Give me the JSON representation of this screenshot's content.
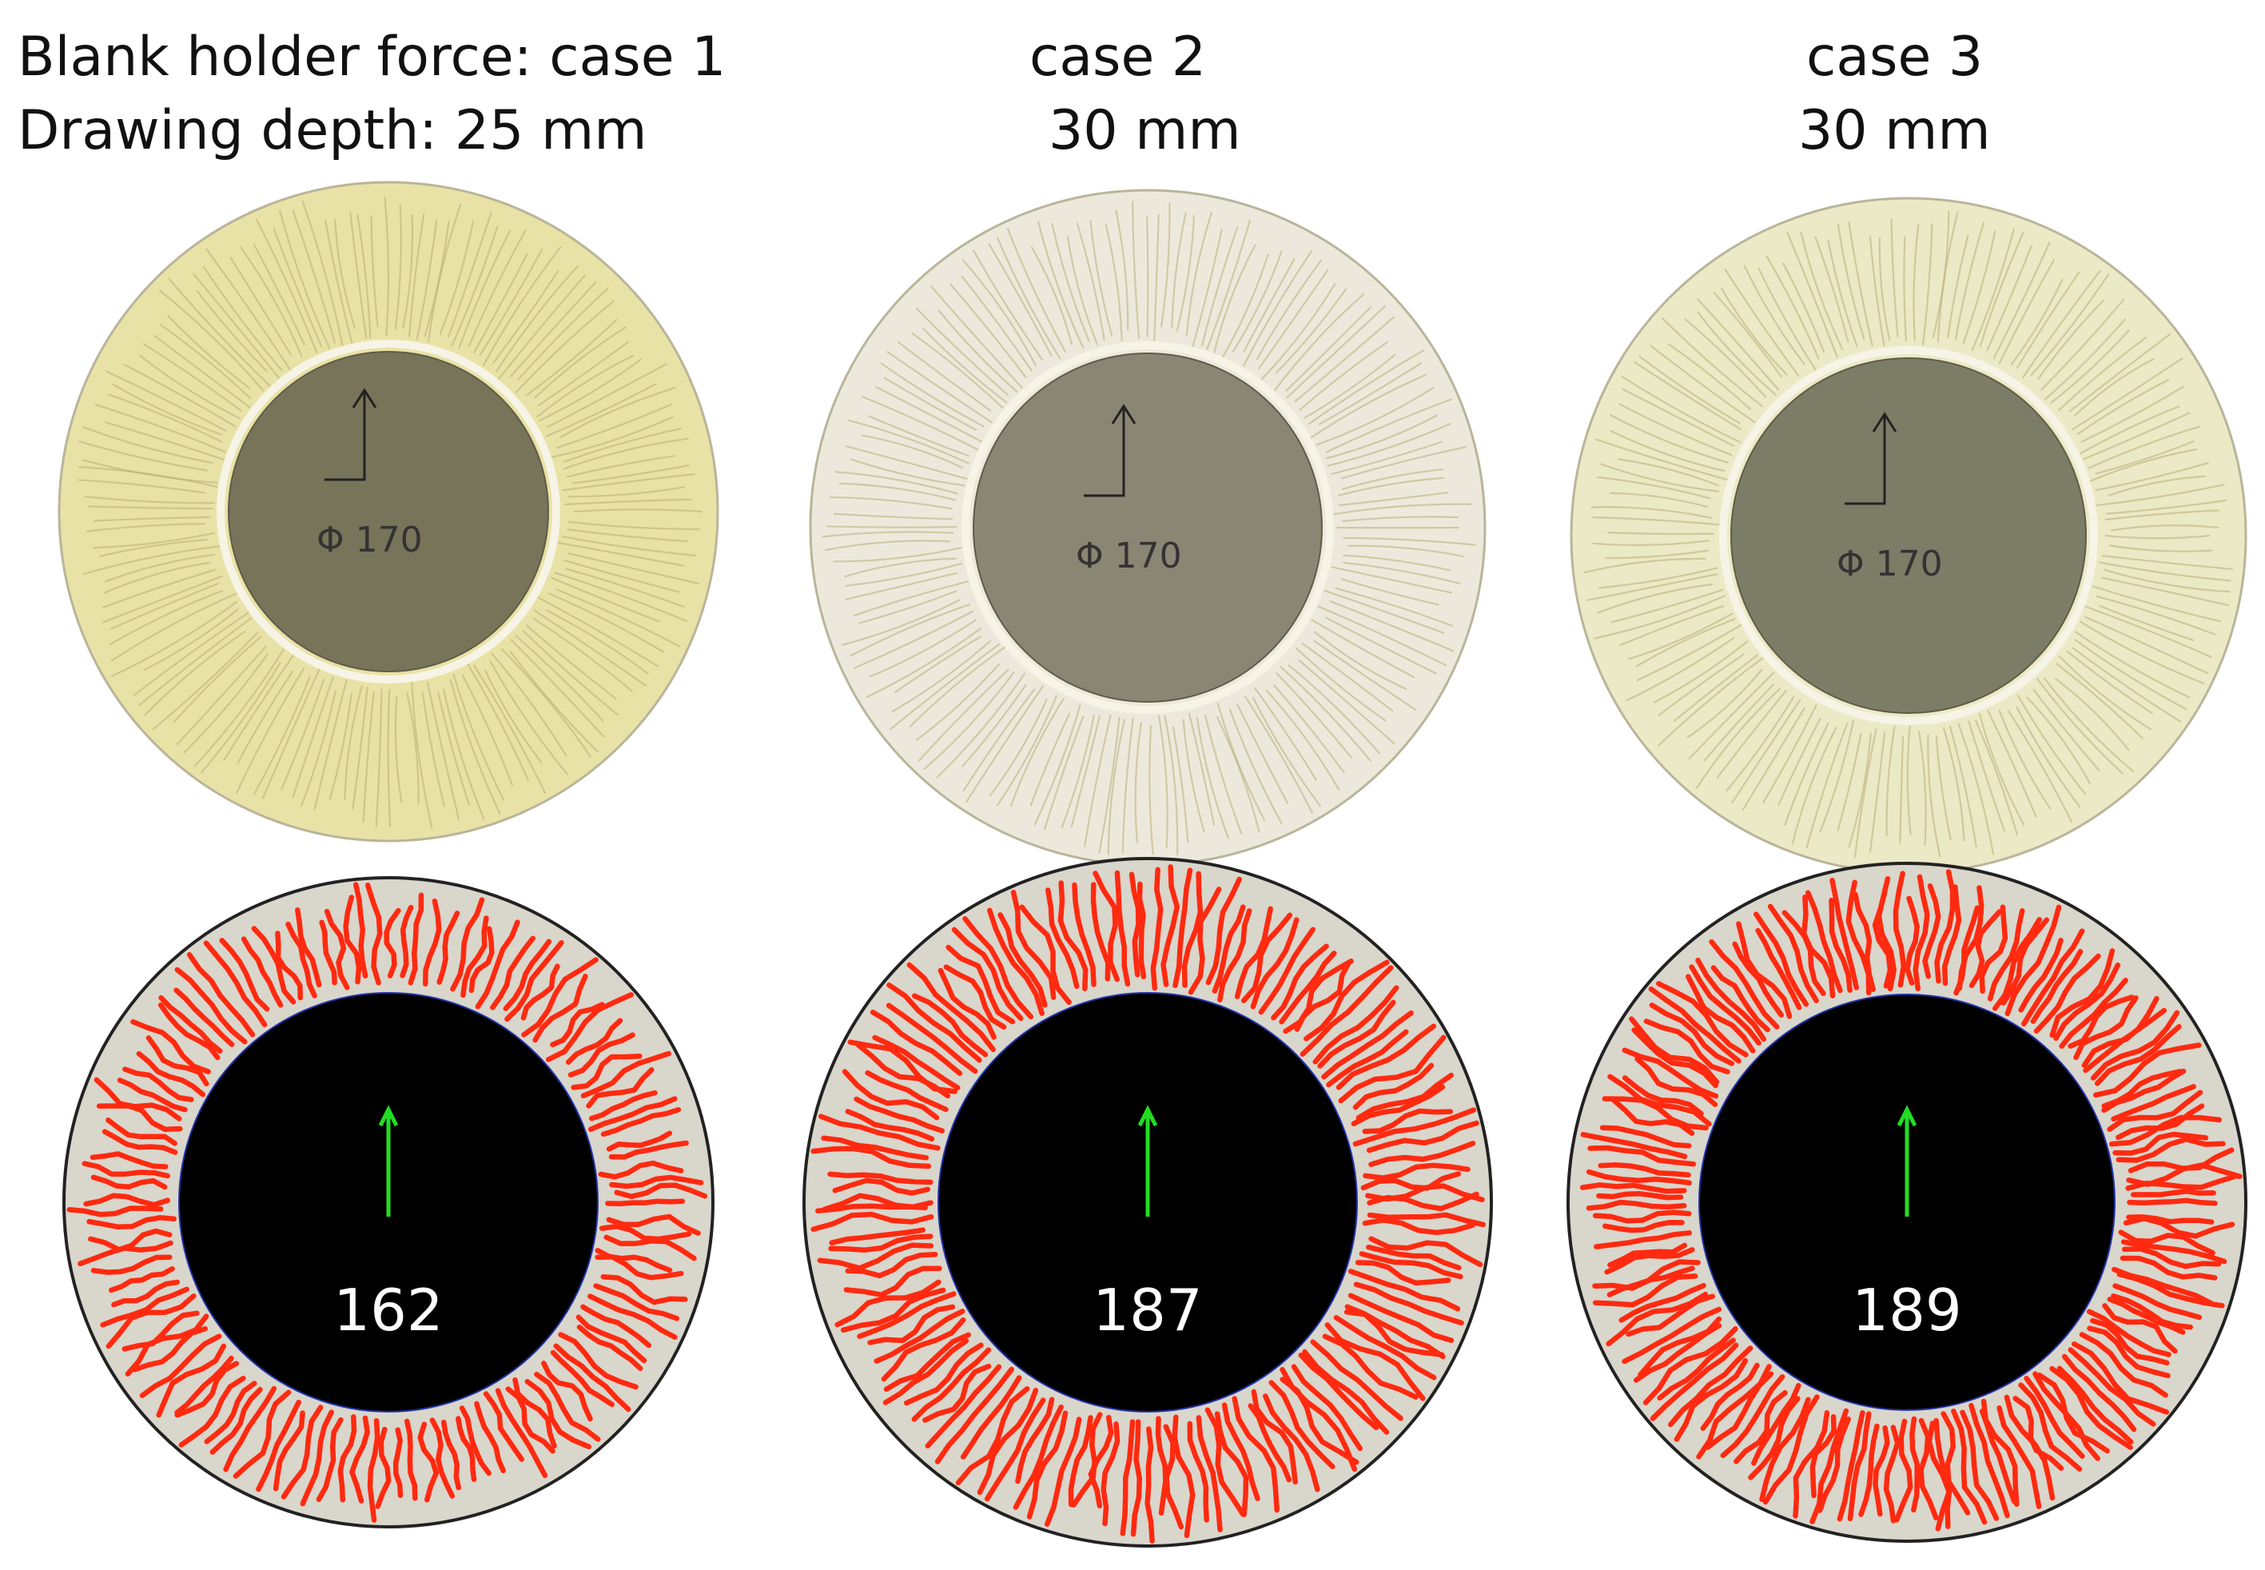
{
  "header": {
    "line1_case1": "Blank holder force: case 1",
    "line1_case2": "case 2",
    "line1_case3": "case 3",
    "line2_case1": "Drawing depth: 25 mm",
    "line2_case2": "30 mm",
    "line2_case3": "30 mm"
  },
  "photos": [
    {
      "case": "case 1",
      "label": "Φ  170",
      "tint": "#e9e2a6",
      "inner": "#77745a"
    },
    {
      "case": "case 2",
      "label": "Φ  170",
      "tint": "#ece9dc",
      "inner": "#8a8674"
    },
    {
      "case": "case 3",
      "label": "Φ  170",
      "tint": "#ece9c6",
      "inner": "#7c7d66"
    }
  ],
  "detections": [
    {
      "case": "case 1",
      "count": "162"
    },
    {
      "case": "case 2",
      "count": "187"
    },
    {
      "case": "case 3",
      "count": "189"
    }
  ],
  "colors": {
    "wrinkle_marker": "#ff2a10",
    "direction_arrow": "#22dd22",
    "mask": "#000000",
    "rim": "#d9d6cc"
  }
}
